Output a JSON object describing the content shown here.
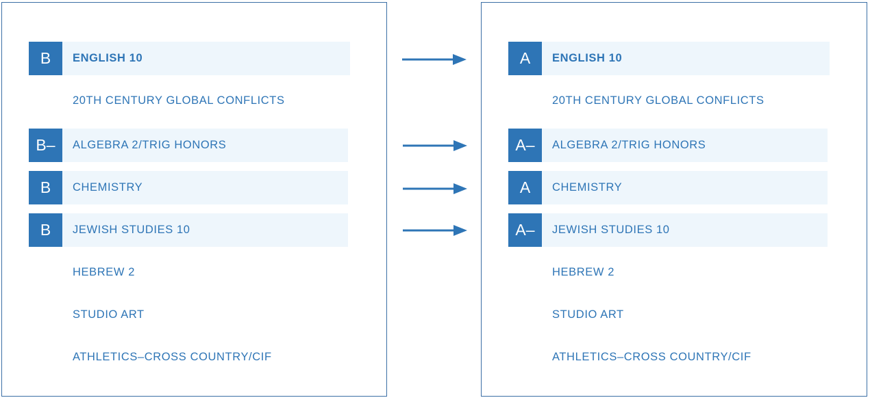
{
  "colors": {
    "accent": "#2e75b6",
    "highlight_bg": "#eef6fc",
    "border": "#3a6ea5"
  },
  "before": {
    "rows": [
      {
        "grade": "B",
        "course": "ENGLISH 10",
        "highlighted": true
      },
      {
        "grade": "",
        "course": "20TH CENTURY GLOBAL CONFLICTS",
        "highlighted": false
      },
      {
        "grade": "B–",
        "course": "ALGEBRA 2/TRIG HONORS",
        "highlighted": true
      },
      {
        "grade": "B",
        "course": "CHEMISTRY",
        "highlighted": true
      },
      {
        "grade": "B",
        "course": "JEWISH STUDIES 10",
        "highlighted": true
      },
      {
        "grade": "",
        "course": "HEBREW 2",
        "highlighted": false
      },
      {
        "grade": "",
        "course": "STUDIO ART",
        "highlighted": false
      },
      {
        "grade": "",
        "course": "ATHLETICS–CROSS COUNTRY/CIF",
        "highlighted": false
      }
    ]
  },
  "after": {
    "rows": [
      {
        "grade": "A",
        "course": "ENGLISH 10",
        "highlighted": true
      },
      {
        "grade": "",
        "course": "20TH CENTURY GLOBAL CONFLICTS",
        "highlighted": false
      },
      {
        "grade": "A–",
        "course": "ALGEBRA 2/TRIG HONORS",
        "highlighted": true
      },
      {
        "grade": "A",
        "course": "CHEMISTRY",
        "highlighted": true
      },
      {
        "grade": "A–",
        "course": "JEWISH STUDIES 10",
        "highlighted": true
      },
      {
        "grade": "",
        "course": "HEBREW 2",
        "highlighted": false
      },
      {
        "grade": "",
        "course": "STUDIO ART",
        "highlighted": false
      },
      {
        "grade": "",
        "course": "ATHLETICS–CROSS COUNTRY/CIF",
        "highlighted": false
      }
    ]
  }
}
